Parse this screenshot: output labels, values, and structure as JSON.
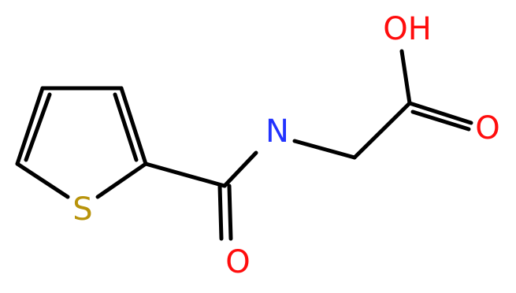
{
  "molecule": {
    "atoms": {
      "S": {
        "symbol": "S",
        "color": "#b8930a"
      },
      "N": {
        "symbol": "N",
        "color": "#2233ff"
      },
      "O1": {
        "symbol": "O",
        "color": "#ff0d0d"
      },
      "O2": {
        "symbol": "O",
        "color": "#ff0d0d"
      },
      "OH": {
        "symbol": "OH",
        "color": "#ff0d0d"
      }
    }
  }
}
